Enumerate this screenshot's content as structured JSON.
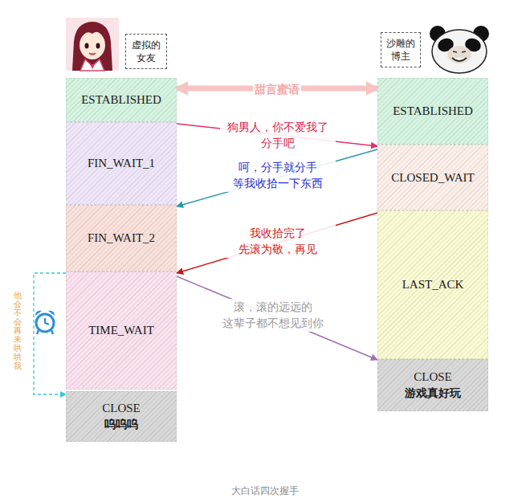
{
  "diagram": {
    "caption": "大白话四次握手",
    "nodes": [
      {
        "text": [
          "虚拟的 女友"
        ]
      },
      {
        "text": [
          "沙雕的 博主"
        ]
      },
      {
        "text": [
          "ESTABLISHED"
        ]
      },
      {
        "text": [
          "ESTABLISHED"
        ]
      },
      {
        "text": [
          "FIN_WAIT_1"
        ]
      },
      {
        "text": [
          "CLOSED_WAIT"
        ]
      },
      {
        "text": [
          "FIN_WAIT_2"
        ]
      },
      {
        "text": [
          "LAST_ACK"
        ]
      },
      {
        "text": [
          "TIME_WAIT"
        ]
      },
      {
        "text": [
          "CLOSE",
          "游戏真好玩"
        ]
      },
      {
        "text": [
          "CLOSE",
          "呜呜呜"
        ]
      }
    ],
    "edges": [
      {
        "from": 2,
        "to": 3,
        "arrow": "both",
        "label": "甜言蜜语"
      },
      {
        "from": 4,
        "to": 5,
        "arrow": "to",
        "label": "狗男人，你不爱我了 分手吧"
      },
      {
        "from": 5,
        "to": 6,
        "arrow": "to",
        "label": "呵，分手就分手 等我收拾一下东西"
      },
      {
        "from": 7,
        "to": 8,
        "arrow": "to",
        "label": "我收拾完了 先滚为敬，再见"
      },
      {
        "from": 8,
        "to": 9,
        "arrow": "to",
        "label": "滚，滚的远远的 这辈子都不想见到你"
      },
      {
        "from": 8,
        "to": 10,
        "arrow": "to",
        "label": "他会不会再来哄哄我"
      }
    ]
  }
}
